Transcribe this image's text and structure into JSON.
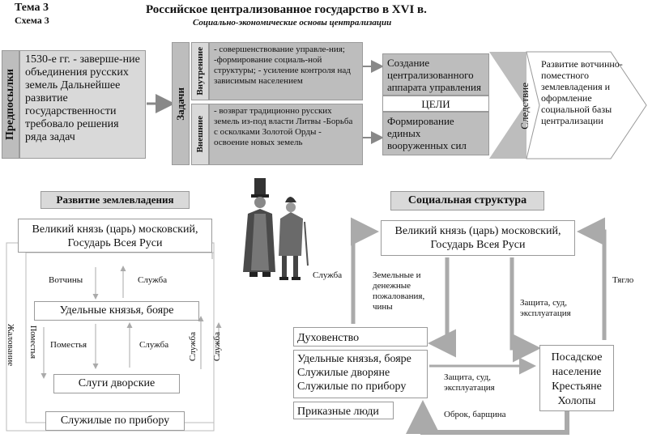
{
  "header": {
    "topic": "Тема 3",
    "scheme": "Схема 3",
    "title": "Российское централизованное государство в XVI в.",
    "subtitle": "Социально-экономические основы централизации"
  },
  "top": {
    "prereq_label": "Предпосылки",
    "prereq_text": "1530-е гг. - заверше-ние объединения русских земель Дальнейшее развитие государственности требовало решения ряда задач",
    "tasks_label": "Задачи",
    "internal_label": "Внутренние",
    "internal_text": "- совершенствование управле-ния; -формирование социаль-ной структуры; - усиление контроля над зависимым населением",
    "external_label": "Внешние",
    "external_text": "- возврат традиционно русских земель из-под власти Литвы -Борьба с осколками Золотой Орды - освоение новых земель",
    "goal1": "Создание централизованного аппарата управления",
    "goals_label": "ЦЕЛИ",
    "goal2": "Формирование единых вооруженных сил",
    "consequence_label": "Следствие",
    "consequence_text": "Развитие вотчинно-поместного землевладения и оформление социальной базы централизации"
  },
  "land": {
    "title": "Развитие землевладения",
    "grand_prince": "Великий князь (царь) московский, Государь Всея Руси",
    "votchiny": "Вотчины",
    "service1": "Служба",
    "udelnye": "Удельные князья, бояре",
    "pomestya": "Поместья",
    "service2": "Служба",
    "service3": "Служба",
    "service4": "Служба",
    "zhalovanie": "Жалование",
    "slugi": "Слуги дворские",
    "sluzhilye": "Служилые по прибору"
  },
  "social": {
    "title": "Социальная структура",
    "grand_prince": "Великий князь (царь) московский, Государь Всея Руси",
    "service": "Служба",
    "grants": "Земельные и денежные пожалования, чины",
    "protection": "Защита, суд, эксплуатация",
    "tyaglo": "Тягло",
    "clergy": "Духовенство",
    "nobility": "Удельные князья, бояре Служилые дворяне Служилые по прибору",
    "protection2": "Защита, суд, эксплуатация",
    "prikaznye": "Приказные люди",
    "obrok": "Оброк, барщина",
    "peasants": "Посадское население Крестьяне Холопы"
  }
}
